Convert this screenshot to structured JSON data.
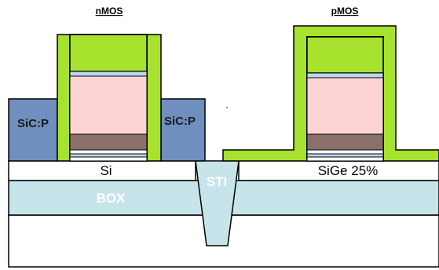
{
  "labels": {
    "nmos": "nMOS",
    "pmos": "pMOS",
    "sicp_left": "SiC:P",
    "sicp_right": "SiC:P",
    "si": "Si",
    "sige": "SiGe 25%",
    "sti": "STI",
    "box": "BOX"
  },
  "colors": {
    "spacer_green": "#a6e22e",
    "gate_pink": "#fbd3d3",
    "gate_brown": "#8a6f6a",
    "thin_blue": "#b8d9f0",
    "sicp_blue": "#6f8fbf",
    "box_cyan": "#c6e4e9",
    "sti_cyan": "#c6e4e9",
    "outline": "#000000"
  }
}
